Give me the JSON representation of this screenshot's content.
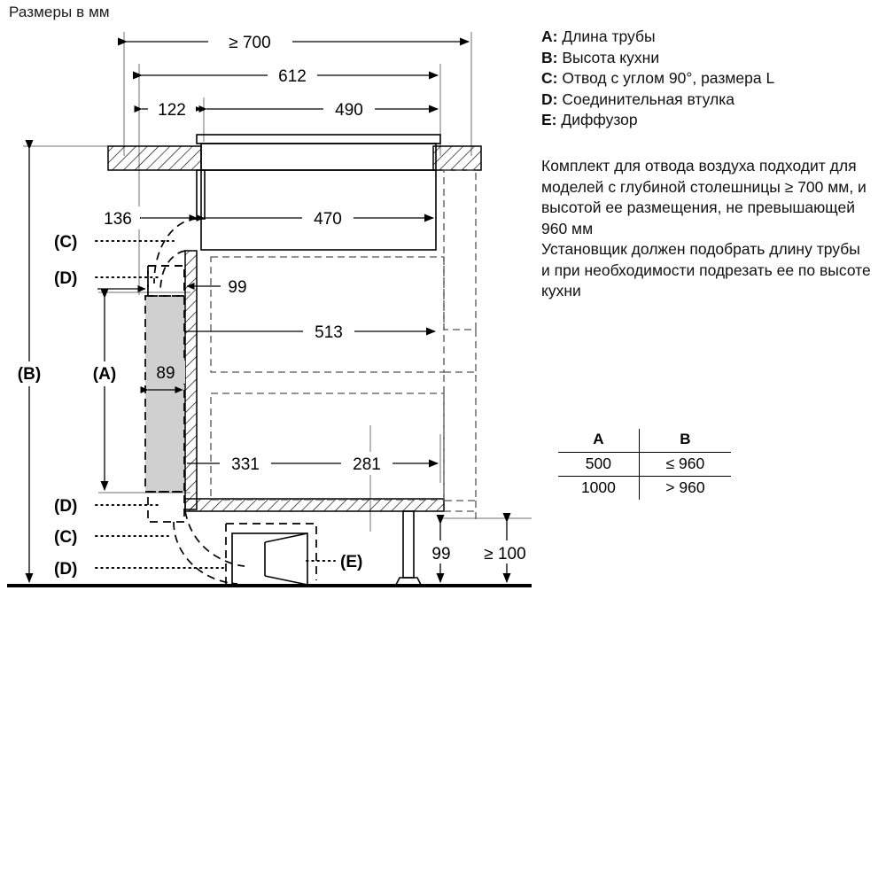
{
  "title": "Размеры в мм",
  "legend": {
    "items": [
      {
        "key": "A:",
        "text": "Длина трубы"
      },
      {
        "key": "B:",
        "text": "Высота кухни"
      },
      {
        "key": "C:",
        "text": "Отвод с углом 90°, размера L"
      },
      {
        "key": "D:",
        "text": "Соединительная втулка"
      },
      {
        "key": "E:",
        "text": "Диффузор"
      }
    ]
  },
  "note": {
    "paragraph1": "Комплект для отвода воздуха подходит для моделей с глубиной столешницы ≥ 700 мм, и высотой ее размещения, не превышающей 960 мм",
    "paragraph2": "Установщик должен подобрать длину трубы и при необходимости подрезать ее по высоте кухни"
  },
  "table": {
    "headers": [
      "A",
      "B"
    ],
    "rows": [
      [
        "500",
        "≤ 960"
      ],
      [
        "1000",
        "> 960"
      ]
    ]
  },
  "drawing": {
    "dimensions": {
      "top_overall": "≥ 700",
      "top_612": "612",
      "top_122": "122",
      "top_490": "490",
      "mid_136": "136",
      "mid_470": "470",
      "mid_99": "99",
      "mid_513": "513",
      "pipe_89": "89",
      "low_331": "331",
      "low_281": "281",
      "base_99": "99",
      "base_min100": "≥ 100"
    },
    "callouts": {
      "a": "(A)",
      "b": "(B)",
      "c_upper": "(C)",
      "d_upper": "(D)",
      "d_lower1": "(D)",
      "c_lower": "(C)",
      "d_lower2": "(D)",
      "e": "(E)"
    }
  }
}
